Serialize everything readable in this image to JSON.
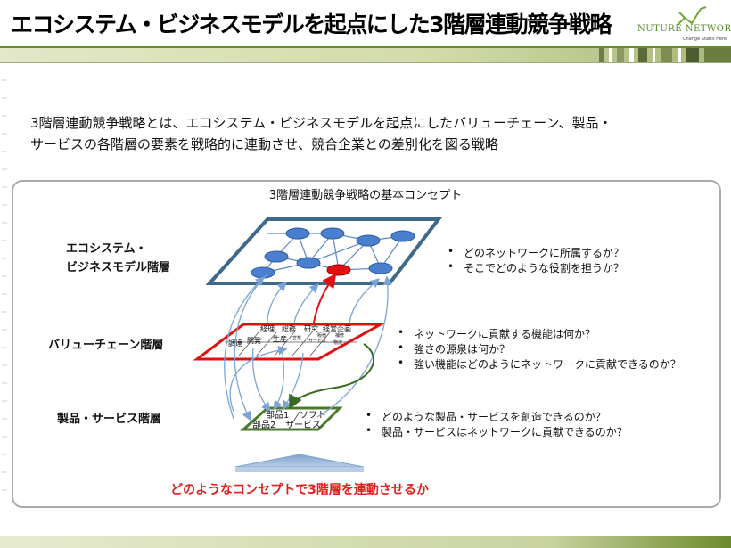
{
  "header": {
    "title": "エコシステム・ビジネスモデルを起点にした3階層連動競争戦略",
    "logo_text": "NUTURE NETWORKS",
    "logo_tagline": "Change Starts Here"
  },
  "intro": {
    "line1": "3階層連動競争戦略とは、エコシステム・ビジネスモデルを起点にしたバリューチェーン、製品・",
    "line2": "サービスの各階層の要素を戦略的に連動させ、競合企業との差別化を図る戦略"
  },
  "concept": {
    "title": "3階層連動競争戦略の基本コンセプト",
    "layers": {
      "ecosystem": {
        "label_line1": "エコシステム・",
        "label_line2": "ビジネスモデル階層",
        "questions": [
          "どのネットワークに所属するか？",
          "そこでどのような役割を担うか？"
        ]
      },
      "value_chain": {
        "label": "バリューチェーン階層",
        "questions": [
          "ネットワークに貢献する機能は何か？",
          "強さの源泉は何か？",
          "強い機能はどのようにネットワークに貢献できるのか？"
        ],
        "functions": [
          "経理",
          "総務",
          "研究",
          "経営企画",
          "調達",
          "開発",
          "生産",
          "営業",
          "サービス",
          "販売",
          "補修",
          "物流"
        ]
      },
      "product_service": {
        "label": "製品・サービス階層",
        "questions": [
          "どのような製品・サービスを創造できるのか？",
          "製品・サービスはネットワークに貢献できるのか？"
        ],
        "items": [
          "部品1",
          "ソフト",
          "部品2",
          "サービス"
        ]
      }
    },
    "bottom_caption": "どのようなコンセプトで3階層を連動させるか"
  },
  "colors": {
    "ecosystem_border": "#3d6a8a",
    "node_fill": "#4a7fd0",
    "highlight_node": "#e01010",
    "value_chain_border": "#e01010",
    "product_border": "#4e7a2c",
    "arrow_blue": "#7ba4d6",
    "arrow_red": "#e01010",
    "arrow_green": "#3a6b21",
    "caption": "#e0201a"
  }
}
